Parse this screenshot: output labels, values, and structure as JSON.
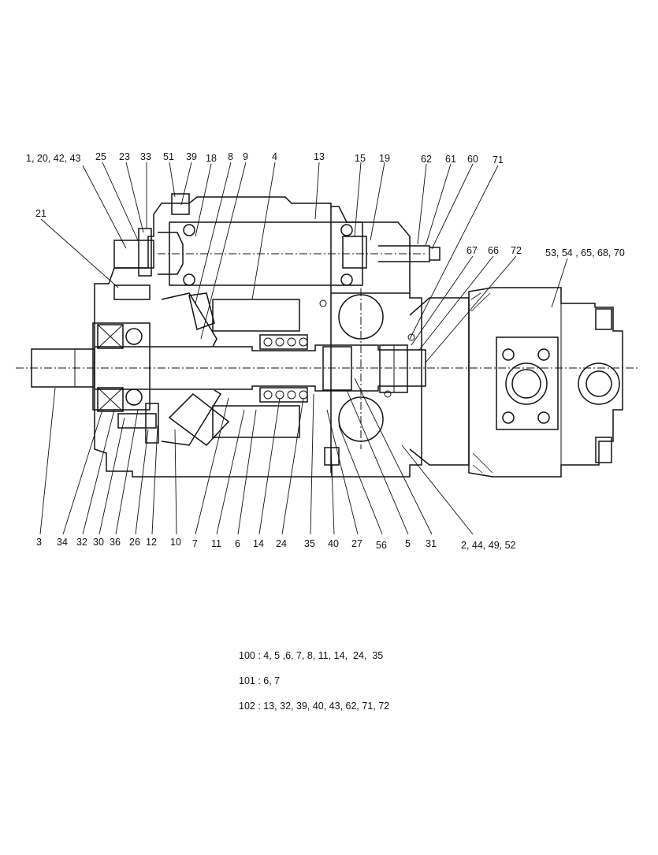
{
  "callouts_top": [
    "1, 20, 42, 43",
    "25",
    "23",
    "33",
    "51",
    "39",
    "18",
    "8",
    "9",
    "4",
    "13",
    "15",
    "19",
    "62",
    "61",
    "60",
    "71"
  ],
  "callouts_mid": [
    "21",
    "67",
    "66",
    "72",
    "53, 54 , 65, 68, 70"
  ],
  "callouts_bottom": [
    "3",
    "34",
    "32",
    "30",
    "36",
    "26",
    "12",
    "10",
    "7",
    "11",
    "6",
    "14",
    "24",
    "35",
    "40",
    "27",
    "56",
    "5",
    "31",
    "2, 44, 49, 52"
  ],
  "notes": [
    "100 : 4, 5 ,6, 7, 8, 11, 14,  24,  35",
    "101 : 6, 7",
    "102 : 13, 32, 39, 40, 43, 62, 71, 72"
  ]
}
